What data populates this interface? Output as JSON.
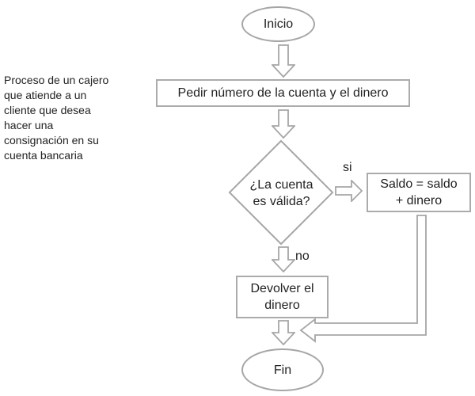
{
  "sidebar_note": "Proceso de un cajero\nque atiende a un\ncliente que desea\nhacer una\nconsignación en su\ncuenta bancaria",
  "flowchart": {
    "start": "Inicio",
    "step_request": "Pedir número de la cuenta y el dinero",
    "decision": "¿La cuenta\nes válida?",
    "label_yes": "si",
    "step_deposit": "Saldo = saldo\n+ dinero",
    "label_no": "no",
    "step_return": "Devolver el\ndinero",
    "end": "Fin"
  },
  "colors": {
    "shape_stroke": "#a6a6a6",
    "text": "#222222",
    "background": "#ffffff"
  }
}
